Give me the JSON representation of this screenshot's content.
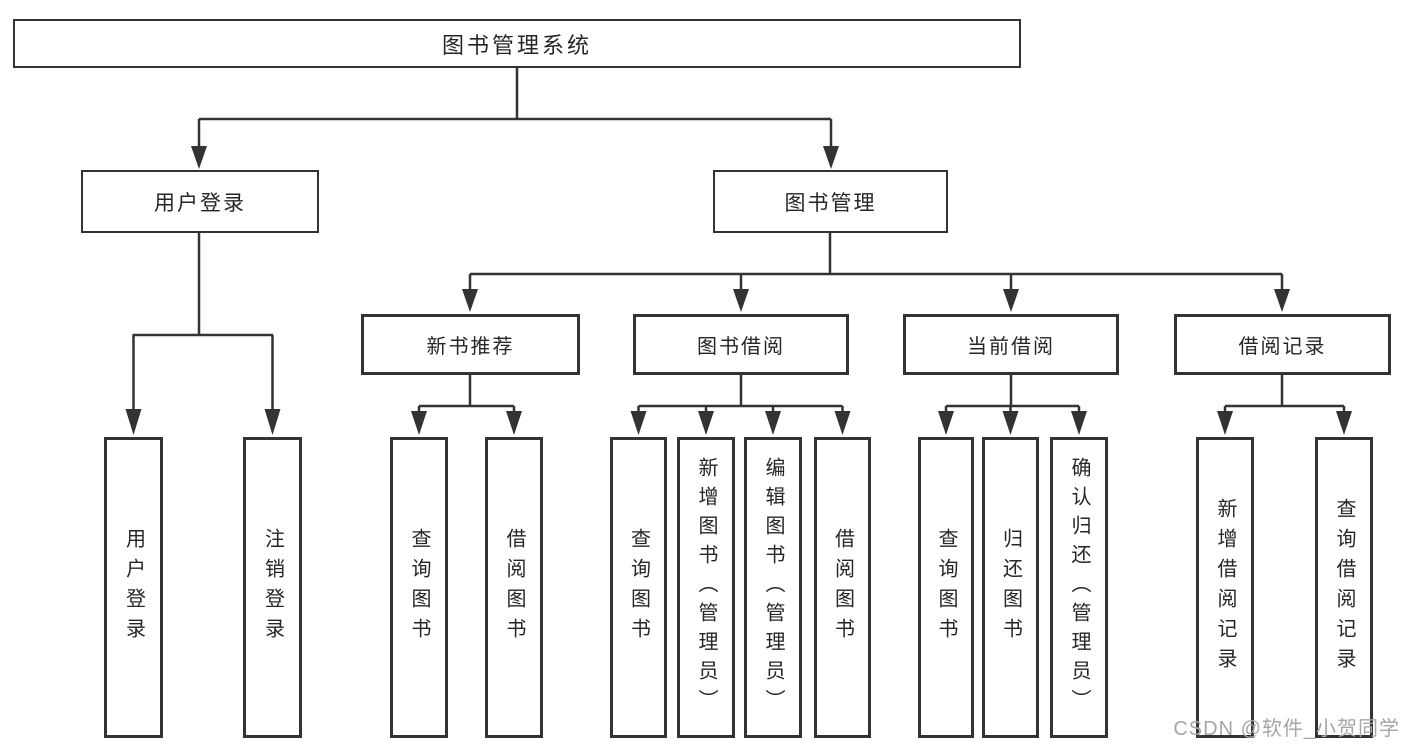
{
  "diagram": {
    "root": {
      "label": "图书管理系统"
    },
    "user_branch": {
      "label": "用户登录",
      "children": [
        "用户登录",
        "注销登录"
      ]
    },
    "book_branch": {
      "label": "图书管理",
      "groups": [
        {
          "label": "新书推荐",
          "children": [
            "查询图书",
            "借阅图书"
          ]
        },
        {
          "label": "图书借阅",
          "children": [
            "查询图书",
            "新增图书（管理员）",
            "编辑图书（管理员）",
            "借阅图书"
          ]
        },
        {
          "label": "当前借阅",
          "children": [
            "查询图书",
            "归还图书",
            "确认归还（管理员）"
          ]
        },
        {
          "label": "借阅记录",
          "children": [
            "新增借阅记录",
            "查询借阅记录"
          ]
        }
      ]
    },
    "line_color": "#333333",
    "watermark": "CSDN @软件_小贺同学"
  }
}
